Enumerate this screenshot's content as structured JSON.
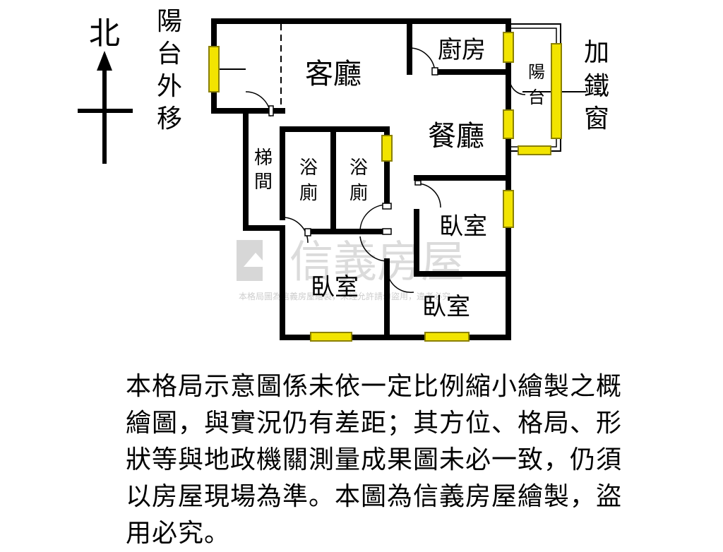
{
  "compass": {
    "north_label": "北"
  },
  "labels": {
    "balcony_moved": [
      "陽",
      "台",
      "外",
      "移"
    ],
    "iron_window": [
      "加",
      "鐵",
      "窗"
    ],
    "balcony": [
      "陽",
      "台"
    ],
    "living_room": "客廳",
    "kitchen": "廚房",
    "dining_room": "餐廳",
    "stairwell": [
      "梯",
      "間"
    ],
    "bath_1": [
      "浴",
      "廁"
    ],
    "bath_2": [
      "浴",
      "廁"
    ],
    "bedroom_1": "臥室",
    "bedroom_2": "臥室",
    "bedroom_3": "臥室"
  },
  "watermark": {
    "brand": "信義房屋",
    "note": "本格局圖為信義房屋繪製，未經允許請勿盜用，違者必究"
  },
  "disclaimer_lines": [
    "本格局示意圖係未依一定比例縮小繪製之概",
    "繪圖，與實況仍有差距；其方位、格局、形",
    "狀等與地政機關測量成果圖未必一致，仍須",
    "以房屋現場為準。本圖為信義房屋繪製，盜",
    "用必究。"
  ],
  "colors": {
    "wall": "#000000",
    "window_fill": "#f2e400",
    "window_stroke": "#8a8000",
    "watermark": "#cfcfcf"
  }
}
